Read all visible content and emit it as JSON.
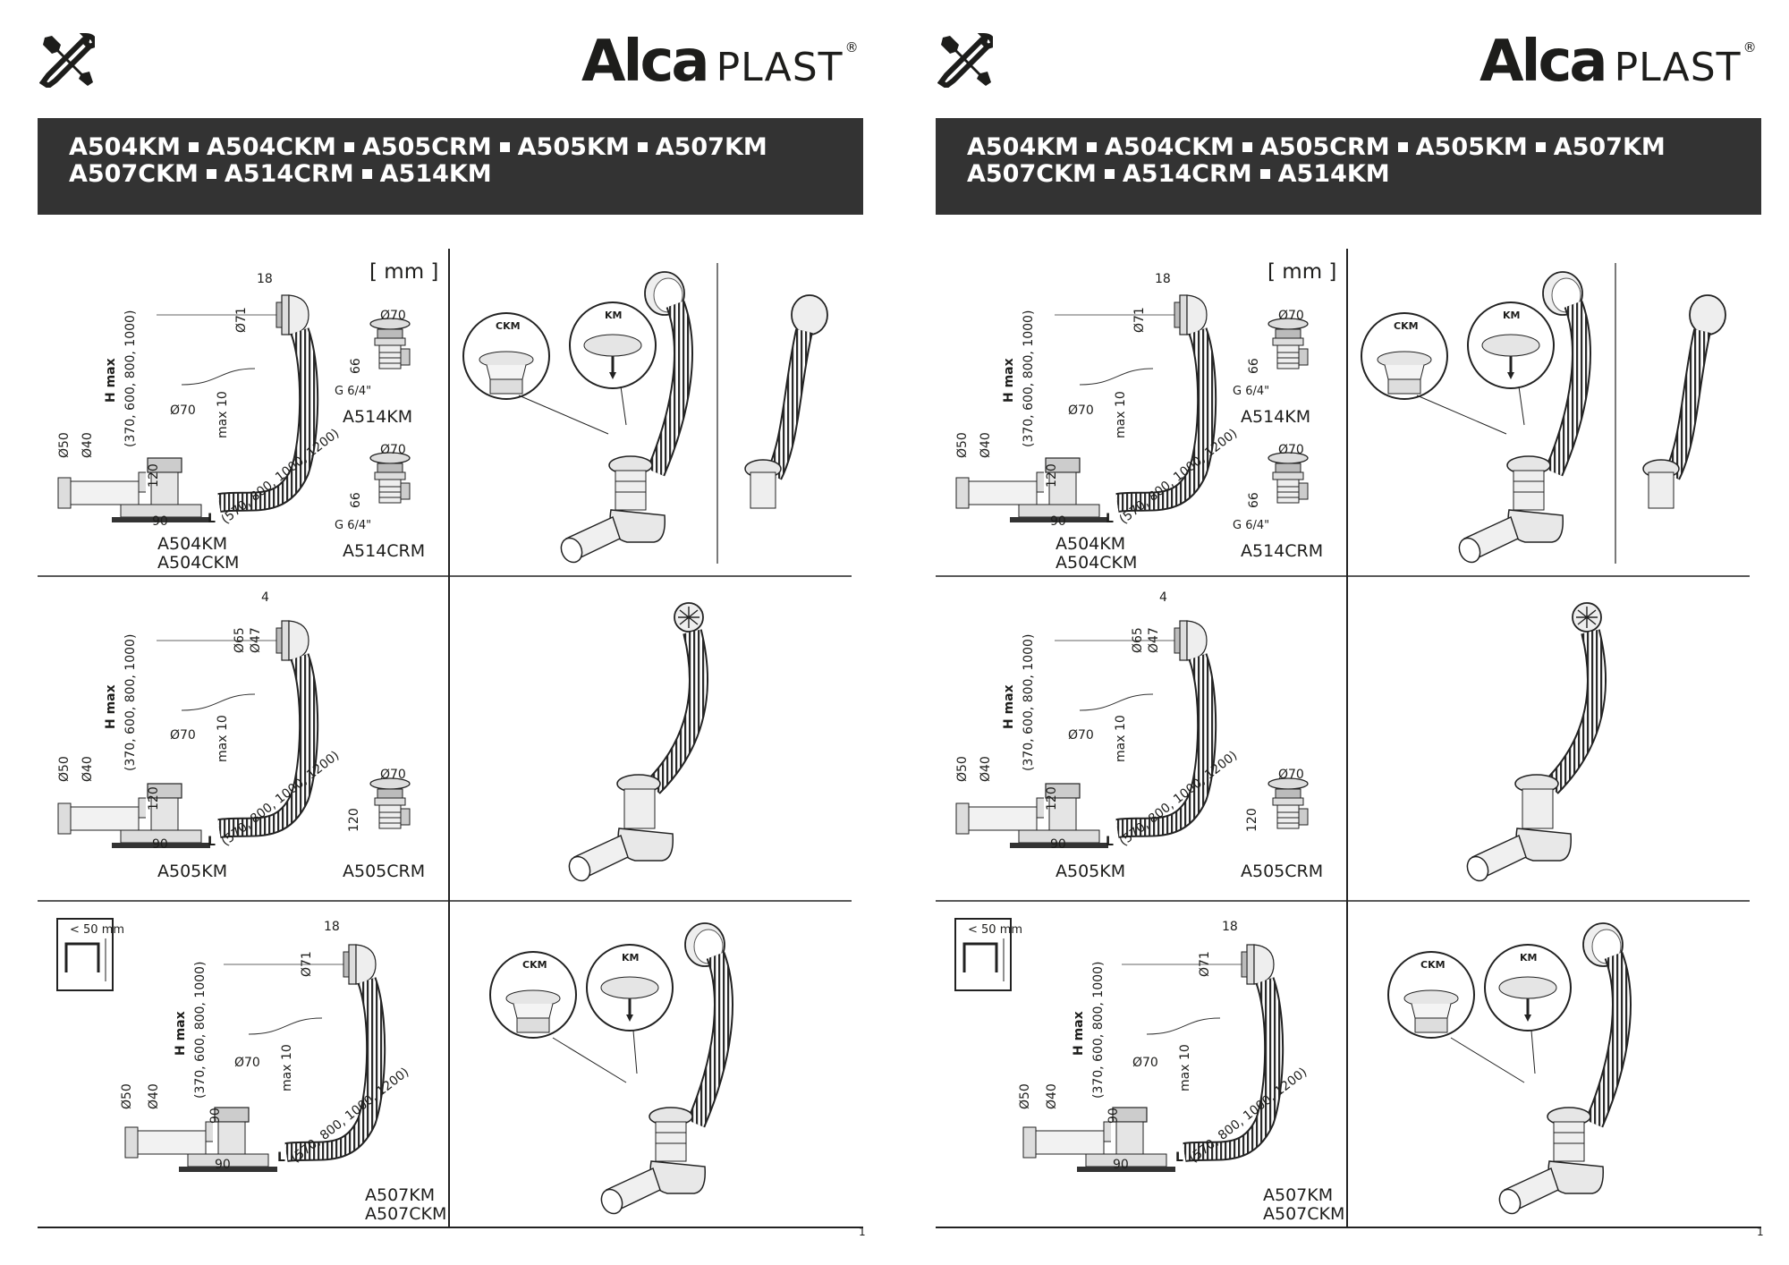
{
  "brand": {
    "name_bold": "Alca",
    "name_light": "PLAST",
    "mark": "®"
  },
  "models_line1": [
    "A504KM",
    "A504CKM",
    "A505CRM",
    "A505KM",
    "A507KM"
  ],
  "models_line2": [
    "A507CKM",
    "A514CRM",
    "A514KM"
  ],
  "unit_label": "[ mm ]",
  "captions": {
    "p1": "A504KM",
    "p1b": "A504CKM",
    "p2": "A514KM",
    "p3": "A514CRM",
    "p4": "A505KM",
    "p5": "A505CRM",
    "p6": "A507KM",
    "p6b": "A507CKM"
  },
  "dims": {
    "d18": "18",
    "d4": "4",
    "d71": "Ø71",
    "d65": "Ø65",
    "d47": "Ø47",
    "d70": "Ø70",
    "d50": "Ø50",
    "d40": "Ø40",
    "d66": "66",
    "d120": "120",
    "d90": "90",
    "g64": "G 6/4\"",
    "hmax": "H max",
    "hvals": "(370, 600, 800, 1000)",
    "max10": "max 10",
    "L": "L",
    "lvals": "(570, 800, 1000, 1200)",
    "lt50": "< 50 mm"
  },
  "badges": {
    "ckm": "CKM",
    "km": "KM"
  },
  "page_number": "1"
}
